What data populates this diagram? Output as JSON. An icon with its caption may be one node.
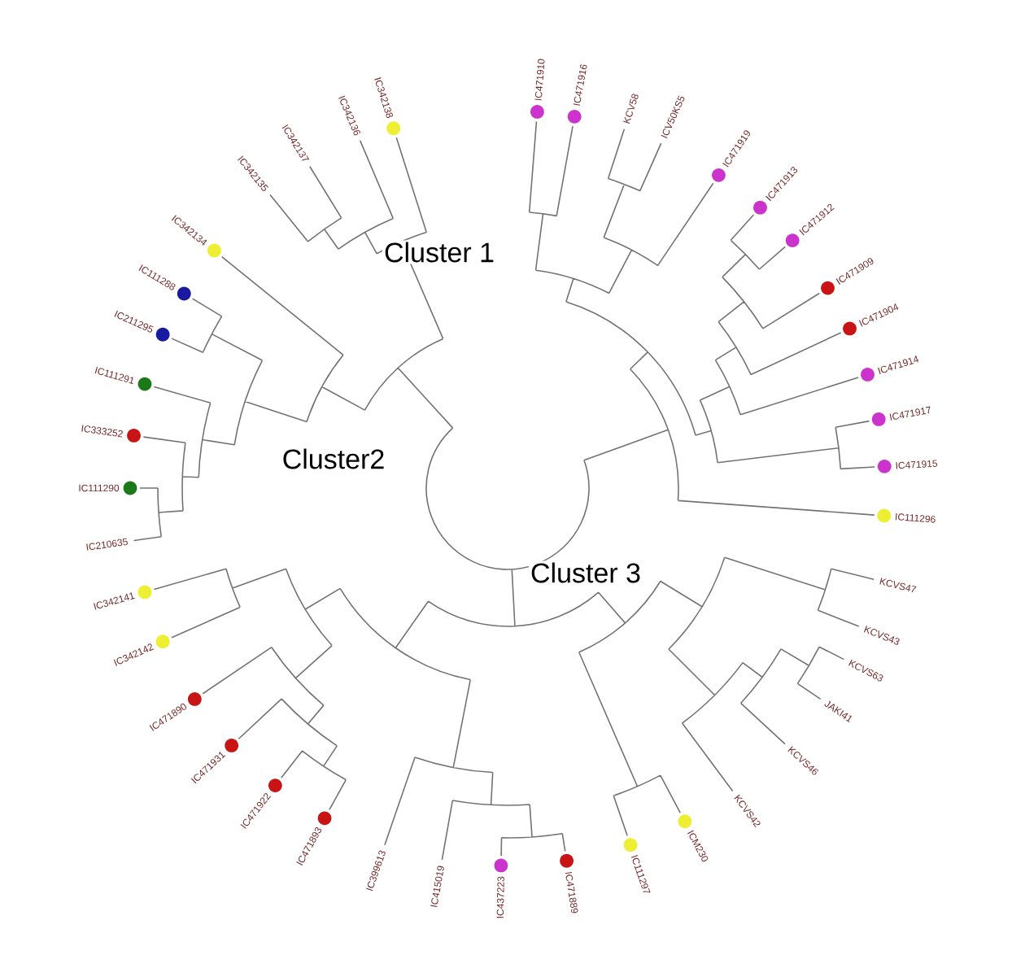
{
  "diagram": {
    "labels": [
      "IC471910",
      "IC471916",
      "KCV58",
      "ICV50KS5",
      "IC471919",
      "IC471913",
      "IC471912",
      "IC471909",
      "IC471904",
      "IC471914",
      "IC471917",
      "IC471915",
      "IC111296",
      "KCVS47",
      "KCVS43",
      "KCVS63",
      "JAKI41",
      "KCVS46",
      "KCVS42",
      "ICM230",
      "IC111297",
      "IC471889",
      "IC437223",
      "IC415019",
      "IC399613",
      "IC471893",
      "IC471922",
      "IC471931",
      "IC471890",
      "IC342142",
      "IC342141",
      "IC210635",
      "IC111290",
      "IC333252",
      "IC111291",
      "IC211295",
      "IC111288",
      "IC342134",
      "IC342135",
      "IC342137",
      "IC342136",
      "IC342138",
      "Cluster 1",
      "Cluster2",
      "Cluster 3"
    ]
  }
}
